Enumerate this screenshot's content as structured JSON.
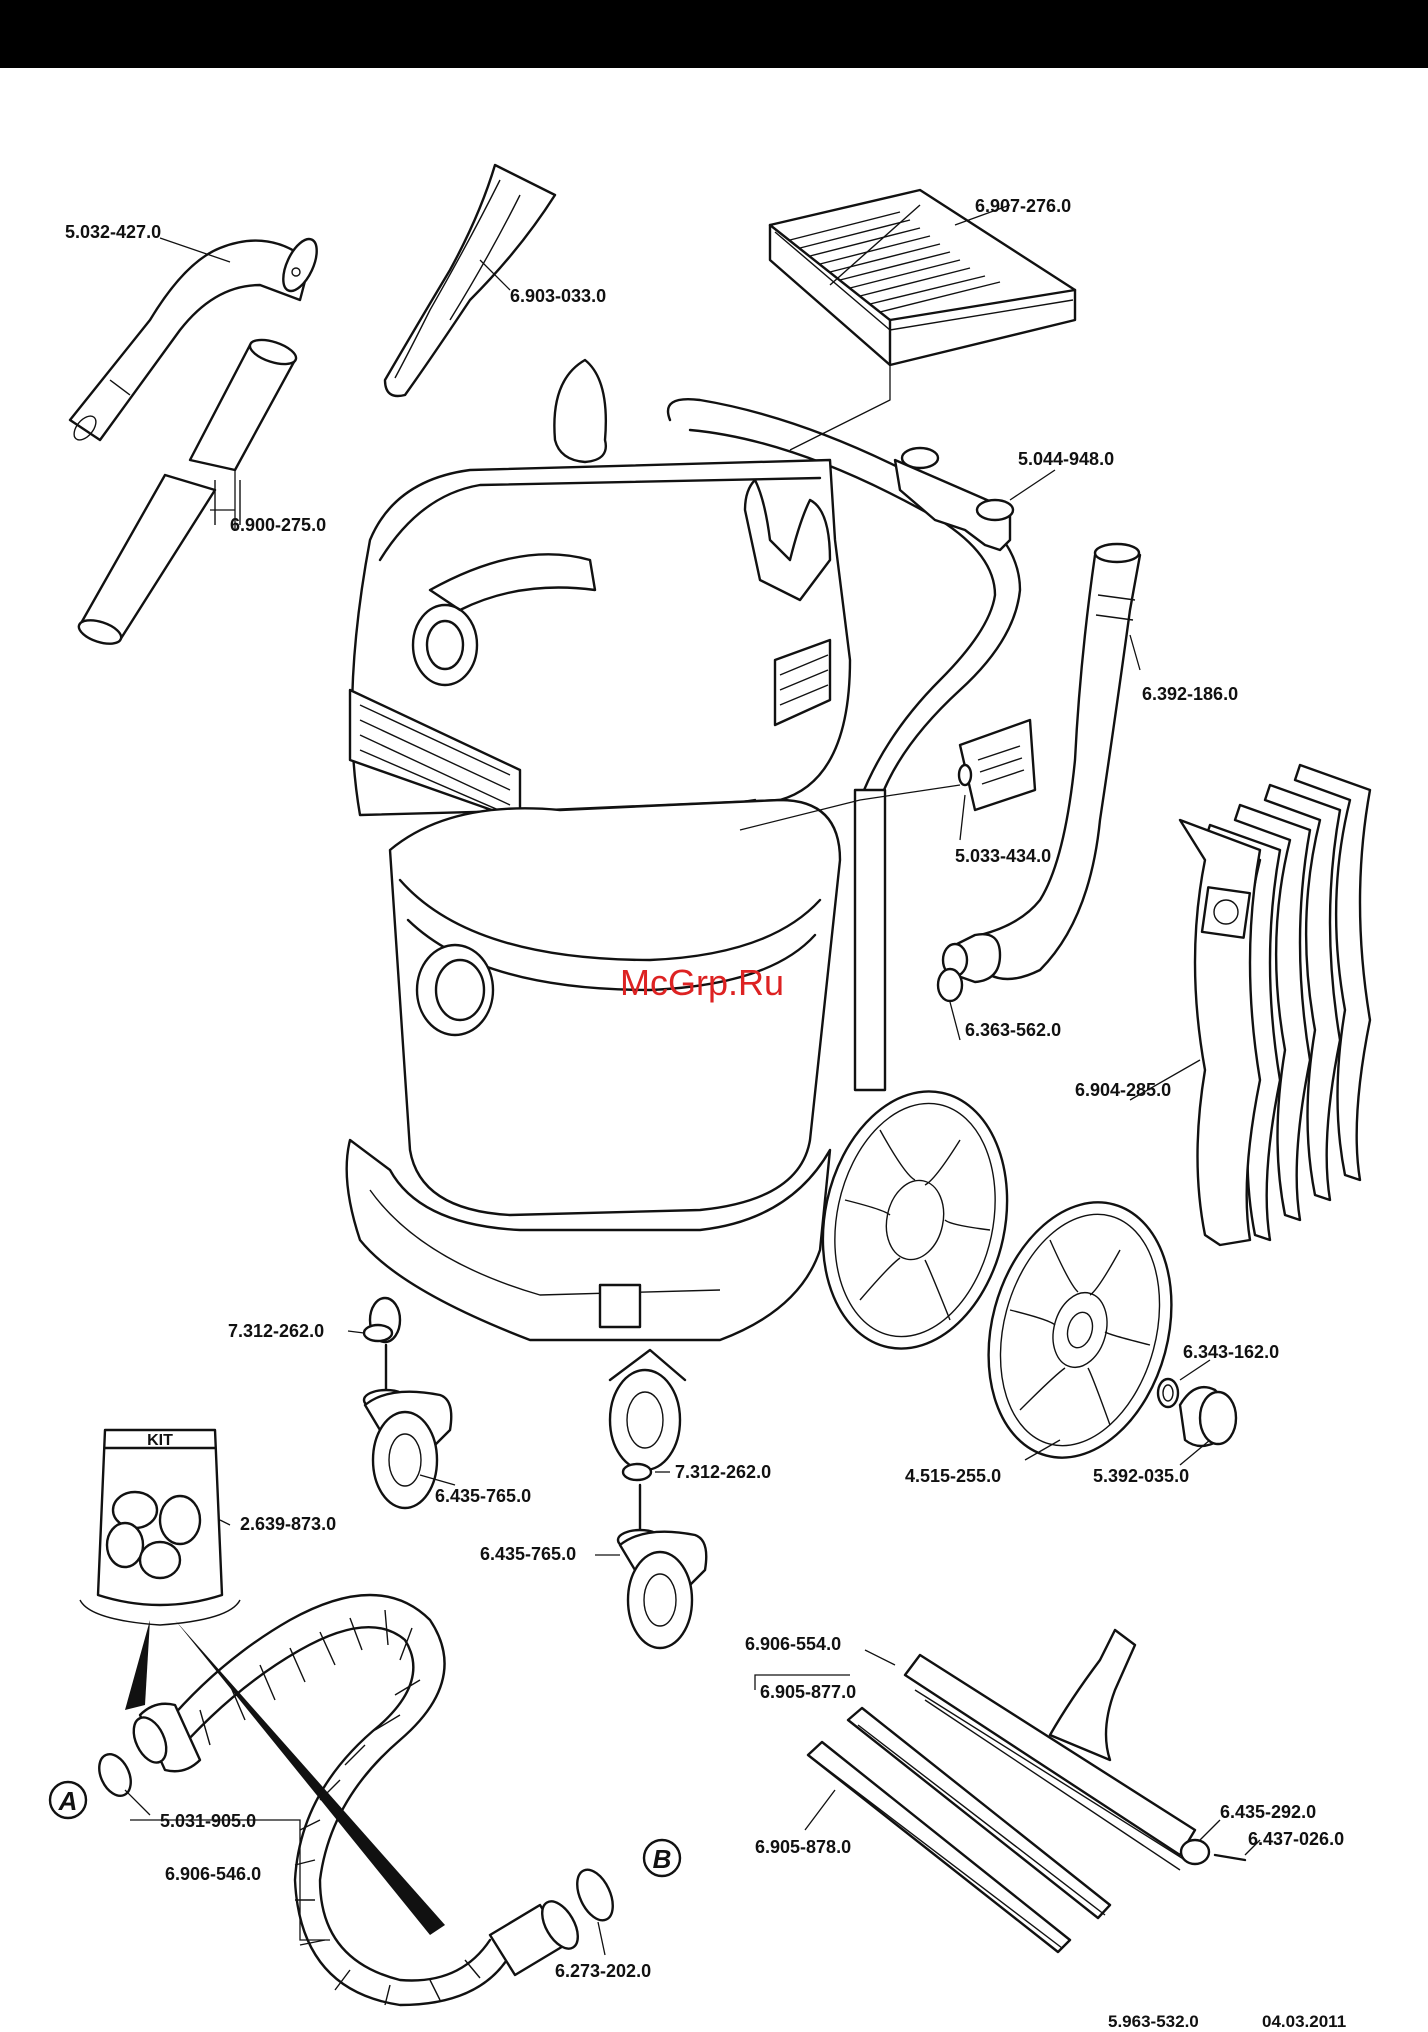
{
  "watermark": "McGrp.Ru",
  "kit_label": "KIT",
  "callout_letters": {
    "a": "A",
    "b": "B"
  },
  "parts": [
    {
      "id": "p1",
      "number": "5.032-427.0"
    },
    {
      "id": "p2",
      "number": "6.903-033.0"
    },
    {
      "id": "p3",
      "number": "6.907-276.0"
    },
    {
      "id": "p4",
      "number": "6.900-275.0"
    },
    {
      "id": "p5",
      "number": "5.044-948.0"
    },
    {
      "id": "p6",
      "number": "6.392-186.0"
    },
    {
      "id": "p7",
      "number": "5.033-434.0"
    },
    {
      "id": "p8",
      "number": "6.363-562.0"
    },
    {
      "id": "p9",
      "number": "6.904-285.0"
    },
    {
      "id": "p10",
      "number": "7.312-262.0"
    },
    {
      "id": "p11",
      "number": "6.343-162.0"
    },
    {
      "id": "p12",
      "number": "6.435-765.0"
    },
    {
      "id": "p13",
      "number": "7.312-262.0"
    },
    {
      "id": "p14",
      "number": "4.515-255.0"
    },
    {
      "id": "p15",
      "number": "5.392-035.0"
    },
    {
      "id": "p16",
      "number": "2.639-873.0"
    },
    {
      "id": "p17",
      "number": "6.435-765.0"
    },
    {
      "id": "p18",
      "number": "6.906-554.0"
    },
    {
      "id": "p19",
      "number": "6.905-877.0"
    },
    {
      "id": "p20",
      "number": "5.031-905.0"
    },
    {
      "id": "p21",
      "number": "6.435-292.0"
    },
    {
      "id": "p22",
      "number": "6.437-026.0"
    },
    {
      "id": "p23",
      "number": "6.905-878.0"
    },
    {
      "id": "p24",
      "number": "6.906-546.0"
    },
    {
      "id": "p25",
      "number": "6.273-202.0"
    }
  ],
  "footer": {
    "doc_number": "5.963-532.0",
    "date": "04.03.2011"
  }
}
